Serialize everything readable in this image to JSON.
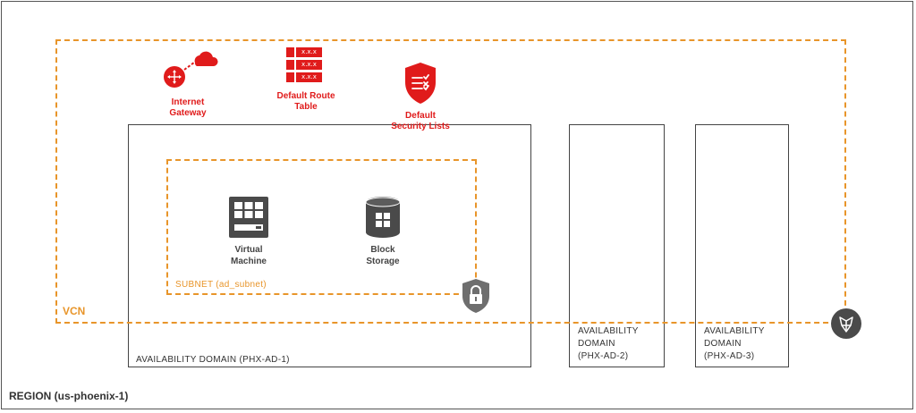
{
  "region": {
    "label": "REGION (us-phoenix-1)"
  },
  "vcn": {
    "label": "VCN"
  },
  "gateways": {
    "internet_gateway": "Internet\nGateway",
    "route_table": "Default Route\nTable",
    "security_lists": "Default\nSecurity Lists",
    "route_table_entries": [
      "x.x.x",
      "x.x.x",
      "x.x.x"
    ]
  },
  "subnet": {
    "label": "SUBNET  (ad_subnet)"
  },
  "resources": {
    "virtual_machine": "Virtual\nMachine",
    "block_storage": "Block\nStorage"
  },
  "availability_domains": [
    {
      "label": "AVAILABILITY  DOMAIN (PHX-AD-1)"
    },
    {
      "label": "AVAILABILITY\nDOMAIN\n(PHX-AD-2)"
    },
    {
      "label": "AVAILABILITY\nDOMAIN\n(PHX-AD-3)"
    }
  ],
  "colors": {
    "oracle_red": "#e01b1b",
    "vcn_orange": "#e8952a",
    "icon_gray": "#4a4a4a"
  }
}
